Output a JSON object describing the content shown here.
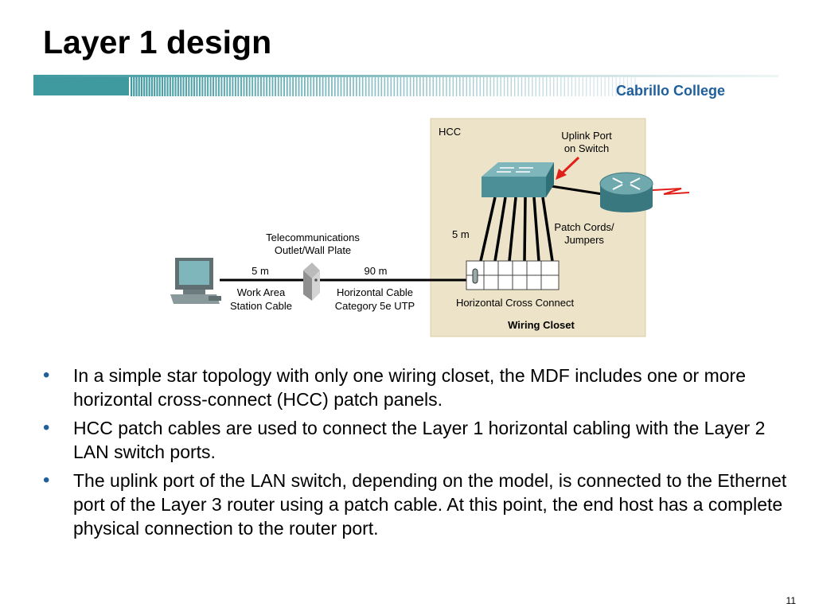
{
  "slide": {
    "title": "Layer 1 design",
    "brand": "Cabrillo College",
    "page_number": "11"
  },
  "diagram": {
    "hcc_label": "HCC",
    "uplink_label_line1": "Uplink Port",
    "uplink_label_line2": "on Switch",
    "patch_label_line1": "Patch Cords/",
    "patch_label_line2": "Jumpers",
    "closet_dist": "5 m",
    "telecom_line1": "Telecommunications",
    "telecom_line2": "Outlet/Wall Plate",
    "work_area_dist": "5 m",
    "horizontal_dist": "90 m",
    "work_area_line1": "Work Area",
    "work_area_line2": "Station Cable",
    "horizontal_line1": "Horizontal Cable",
    "horizontal_line2": "Category 5e UTP",
    "cross_connect_label": "Horizontal Cross Connect",
    "wiring_closet_label": "Wiring Closet",
    "colors": {
      "closet_bg": "#ede3c8",
      "switch": "#4d8f96",
      "router": "#4e8c94",
      "arrow": "#e0201a",
      "wan_link": "#e0201a"
    }
  },
  "bullets": [
    "In a simple star topology with only one wiring closet, the MDF includes one or more horizontal cross-connect (HCC) patch panels.",
    "HCC patch cables are used to connect the Layer 1 horizontal cabling with the Layer 2 LAN switch ports.",
    "The uplink port of the LAN switch, depending on the model, is connected to the Ethernet port of the Layer 3 router using a patch cable. At this point, the end host has a complete physical connection to the router port."
  ],
  "bullet_glyph": "•"
}
